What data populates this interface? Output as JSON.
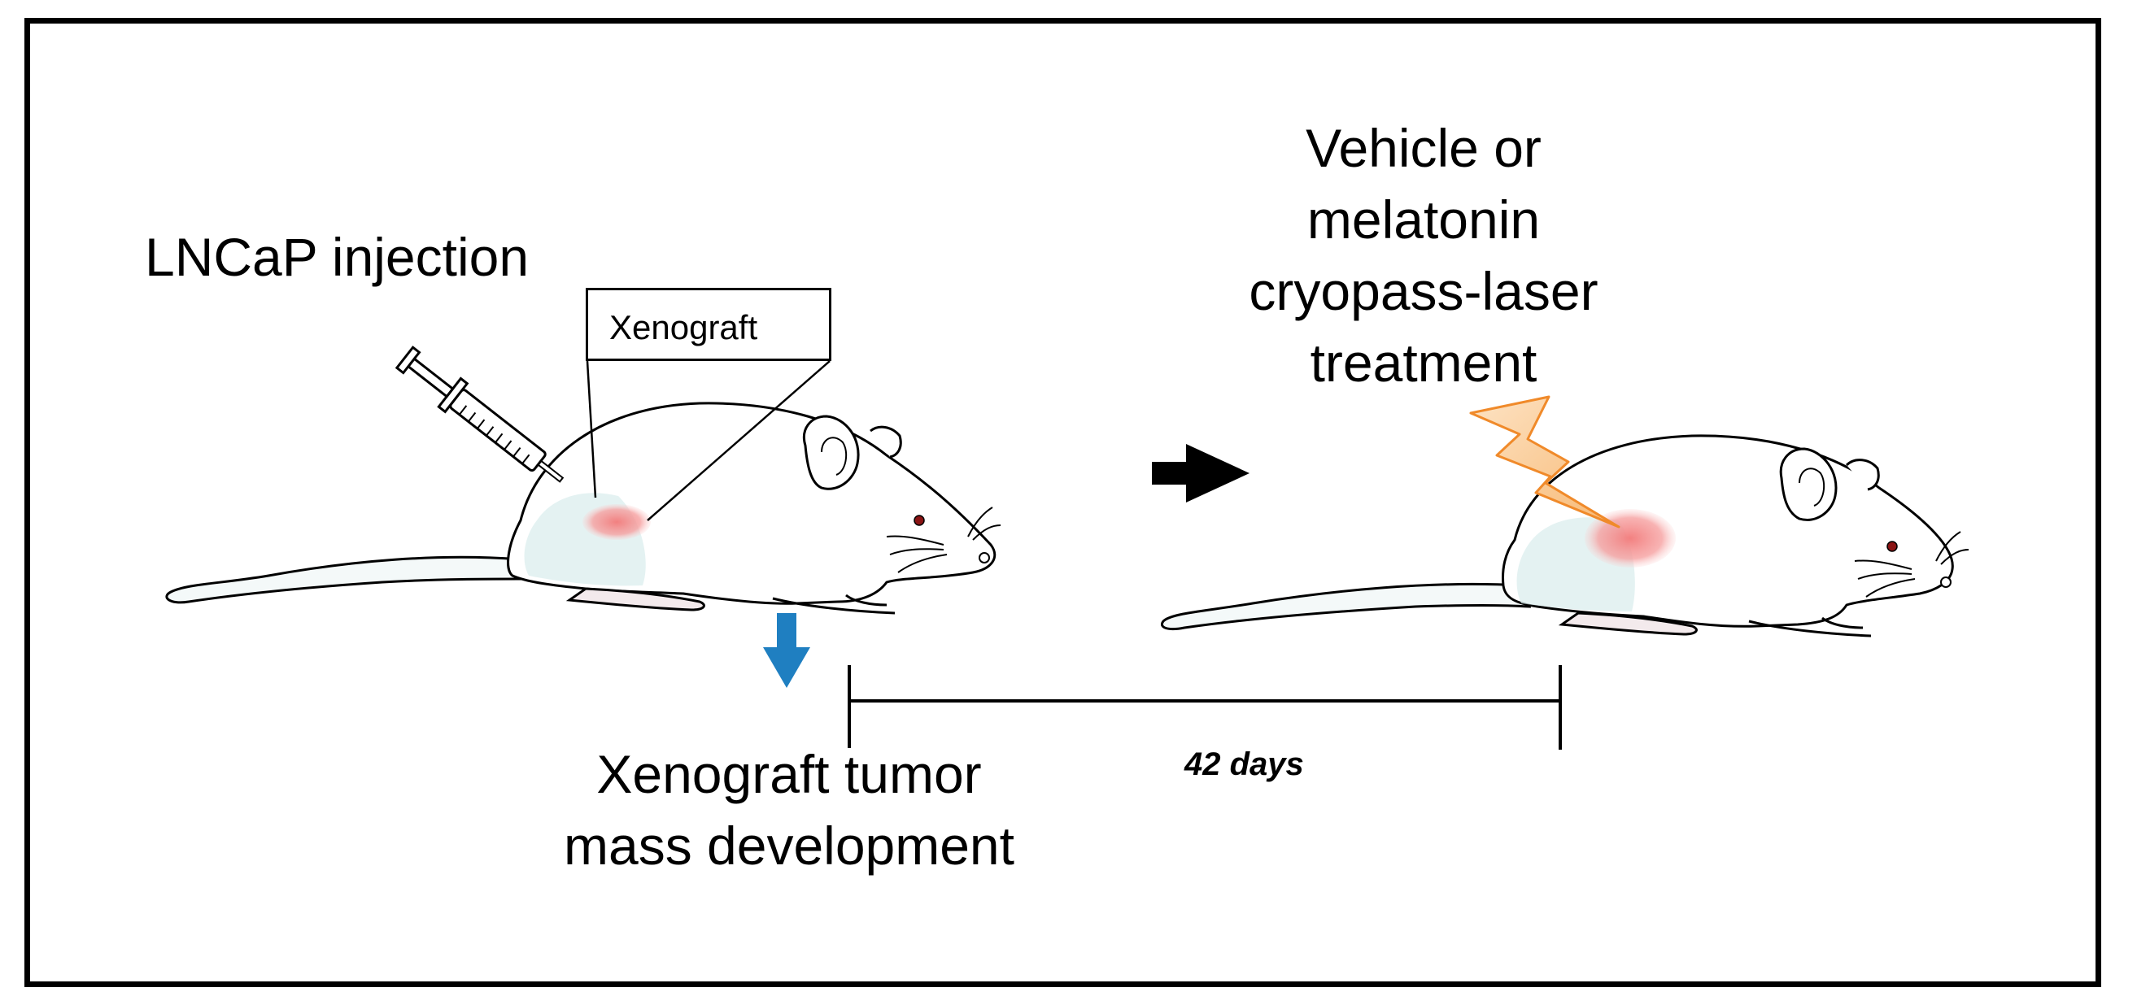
{
  "labels": {
    "injection": "LNCaP injection",
    "xenograft_box": "Xenograft",
    "treatment_lines": [
      "Vehicle or",
      "melatonin",
      "cryopass-laser",
      "treatment"
    ],
    "tumor_lines": [
      "Xenograft tumor",
      "mass development"
    ],
    "duration": "42 days"
  },
  "colors": {
    "tumor": "#f28b8b",
    "down_arrow": "#1f7fc1",
    "next_arrow": "#000000",
    "laser": "#f6a24a",
    "fur_tint": "#d9ecec"
  },
  "icons": [
    "syringe-icon",
    "mouse-icon",
    "lightning-bolt-icon",
    "down-arrow-icon",
    "right-arrow-icon"
  ]
}
